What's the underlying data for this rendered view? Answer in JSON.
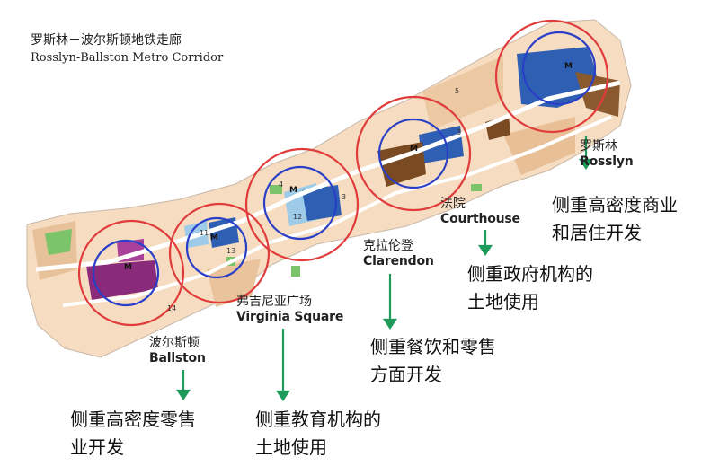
{
  "title": {
    "cn": "罗斯林－波尔斯顿地铁走廊",
    "en": "Rosslyn-Ballston Metro Corridor"
  },
  "stations": [
    {
      "id": "rosslyn",
      "cn": "罗斯林",
      "en": "Rosslyn",
      "desc": [
        "侧重高密度商业",
        "和居住开发"
      ]
    },
    {
      "id": "courthouse",
      "cn": "法院",
      "en": "Courthouse",
      "desc": [
        "侧重政府机构的",
        "土地使用"
      ]
    },
    {
      "id": "clarendon",
      "cn": "克拉伦登",
      "en": "Clarendon",
      "desc": [
        "侧重餐饮和零售",
        "方面开发"
      ]
    },
    {
      "id": "virginia-square",
      "cn": "弗吉尼亚广场",
      "en": "Virginia Square",
      "desc": [
        "侧重教育机构的",
        "土地使用"
      ]
    },
    {
      "id": "ballston",
      "cn": "波尔斯顿",
      "en": "Ballston",
      "desc": [
        "侧重高密度零售",
        "业开发"
      ]
    }
  ],
  "map_marks": {
    "metro_symbol": "M",
    "block_numbers": [
      "3",
      "3",
      "4",
      "5",
      "11",
      "12",
      "13",
      "14"
    ]
  },
  "colors": {
    "ring_outer": "#e03c3c",
    "ring_inner": "#2a3fc8",
    "arrow": "#1e9b5a",
    "commercial": "#2e5fb3",
    "government": "#7a4a22",
    "retail": "#8a2a7a",
    "residential": "#f3c89a",
    "education": "#9ecbe8",
    "park": "#7cc46a"
  }
}
